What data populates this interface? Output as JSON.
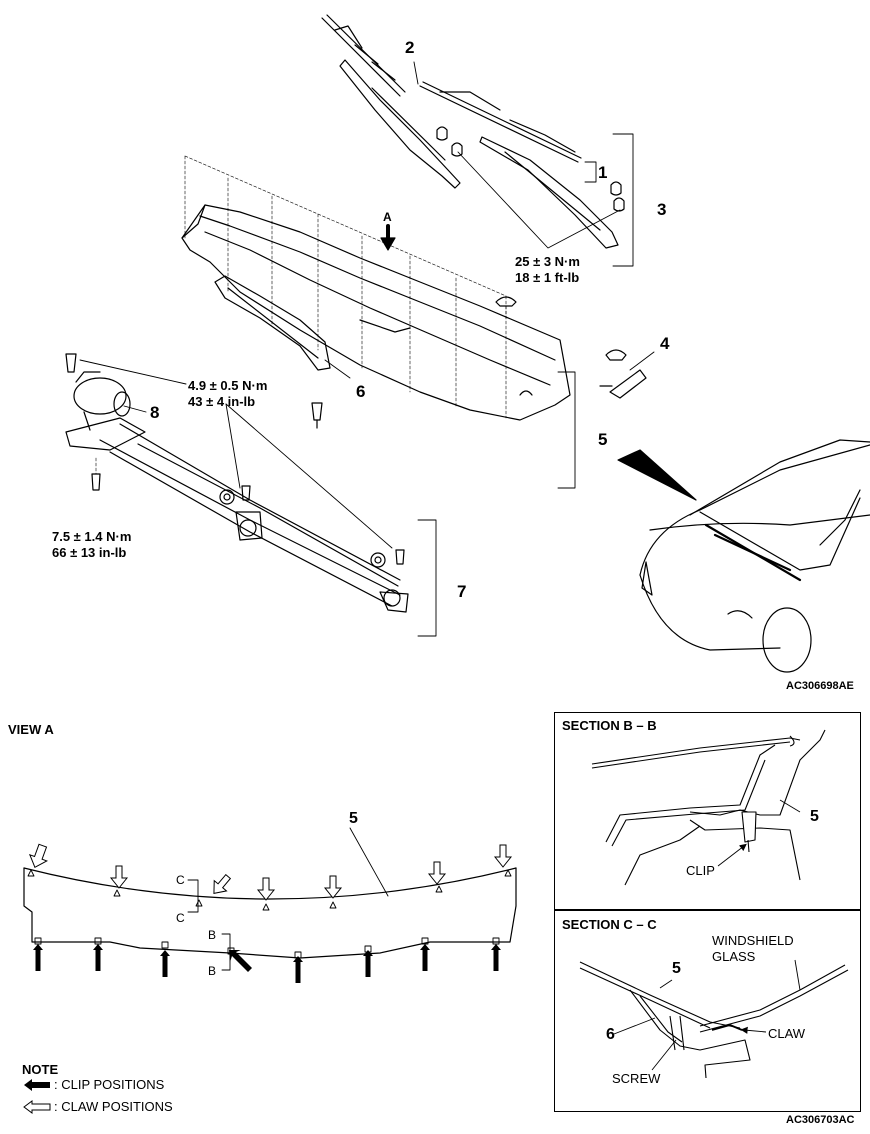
{
  "callouts": {
    "c1": "1",
    "c2": "2",
    "c3": "3",
    "c4": "4",
    "c5": "5",
    "c6": "6",
    "c7": "7",
    "c8": "8"
  },
  "torques": {
    "t1a": "25 ± 3 N·m",
    "t1b": "18 ± 1 ft-lb",
    "t2a": "4.9 ± 0.5 N·m",
    "t2b": "43 ± 4 in-lb",
    "t3a": "7.5 ± 1.4 N·m",
    "t3b": "66 ± 13 in-lb"
  },
  "view_a_marker": "A",
  "code_top": "AC306698AE",
  "code_bottom": "AC306703AC",
  "view_a": {
    "title": "VIEW A",
    "part": "5",
    "c": "C",
    "b": "B"
  },
  "section_bb": {
    "title": "SECTION B – B",
    "part": "5",
    "clip": "CLIP"
  },
  "section_cc": {
    "title": "SECTION C – C",
    "glass1": "WINDSHIELD",
    "glass2": "GLASS",
    "part5": "5",
    "part6": "6",
    "claw": "CLAW",
    "screw": "SCREW"
  },
  "note": {
    "title": "NOTE",
    "clip": ": CLIP POSITIONS",
    "claw": ": CLAW POSITIONS"
  }
}
